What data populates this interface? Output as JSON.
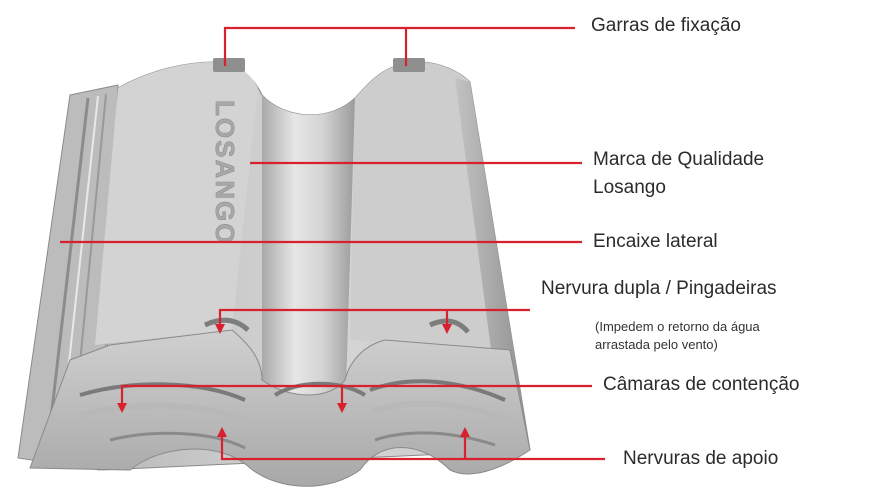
{
  "colors": {
    "leader_line": "#d8212f",
    "label_text": "#2b2b2b",
    "tile_light": "#dcdcdc",
    "tile_mid": "#c4c4c4",
    "tile_dark": "#9d9d9d",
    "tile_shadow": "#7d7d7d"
  },
  "tile": {
    "brand_mark": "LOSANGO"
  },
  "labels": {
    "garras": "Garras de fixação",
    "marca_line1": "Marca de Qualidade",
    "marca_line2": "Losango",
    "encaixe": "Encaixe lateral",
    "nervura_dupla": "Nervura dupla / Pingadeiras",
    "nervura_nota_line1": "(Impedem o retorno da água",
    "nervura_nota_line2": "arrastada pelo vento)",
    "camaras": "Câmaras de contenção",
    "nervuras_apoio": "Nervuras de apoio"
  }
}
